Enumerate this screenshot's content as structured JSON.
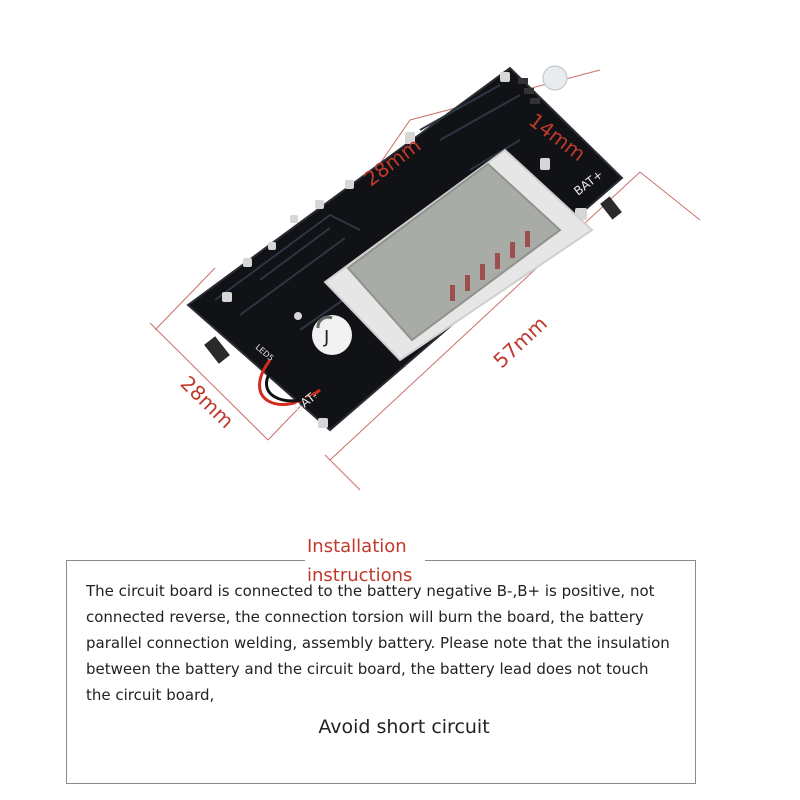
{
  "product": {
    "dimensions": {
      "lcd_width": "28mm",
      "lcd_height": "14mm",
      "board_length": "57mm",
      "board_width": "28mm"
    },
    "silkscreen": {
      "led_label": "LED5",
      "bat_minus": "BAT-",
      "bat_plus": "BAT+"
    }
  },
  "instructions": {
    "heading_line1": "Installation",
    "heading_line2": "instructions",
    "body_lines": [
      "The circuit board is connected to the battery negative B-,B+ is positive, not",
      "connected reverse, the connection torsion will burn the board, the battery",
      "parallel connection welding, assembly battery. Please note that the insulation",
      " between the battery and the circuit board, the battery lead does not touch",
      "the circuit board,"
    ],
    "footer": "Avoid short circuit"
  },
  "colors": {
    "dimension_red": "#c0392b",
    "pcb_black": "#111216",
    "lcd_gray": "#a9aca6",
    "frame_gray": "#8a8a8a"
  }
}
